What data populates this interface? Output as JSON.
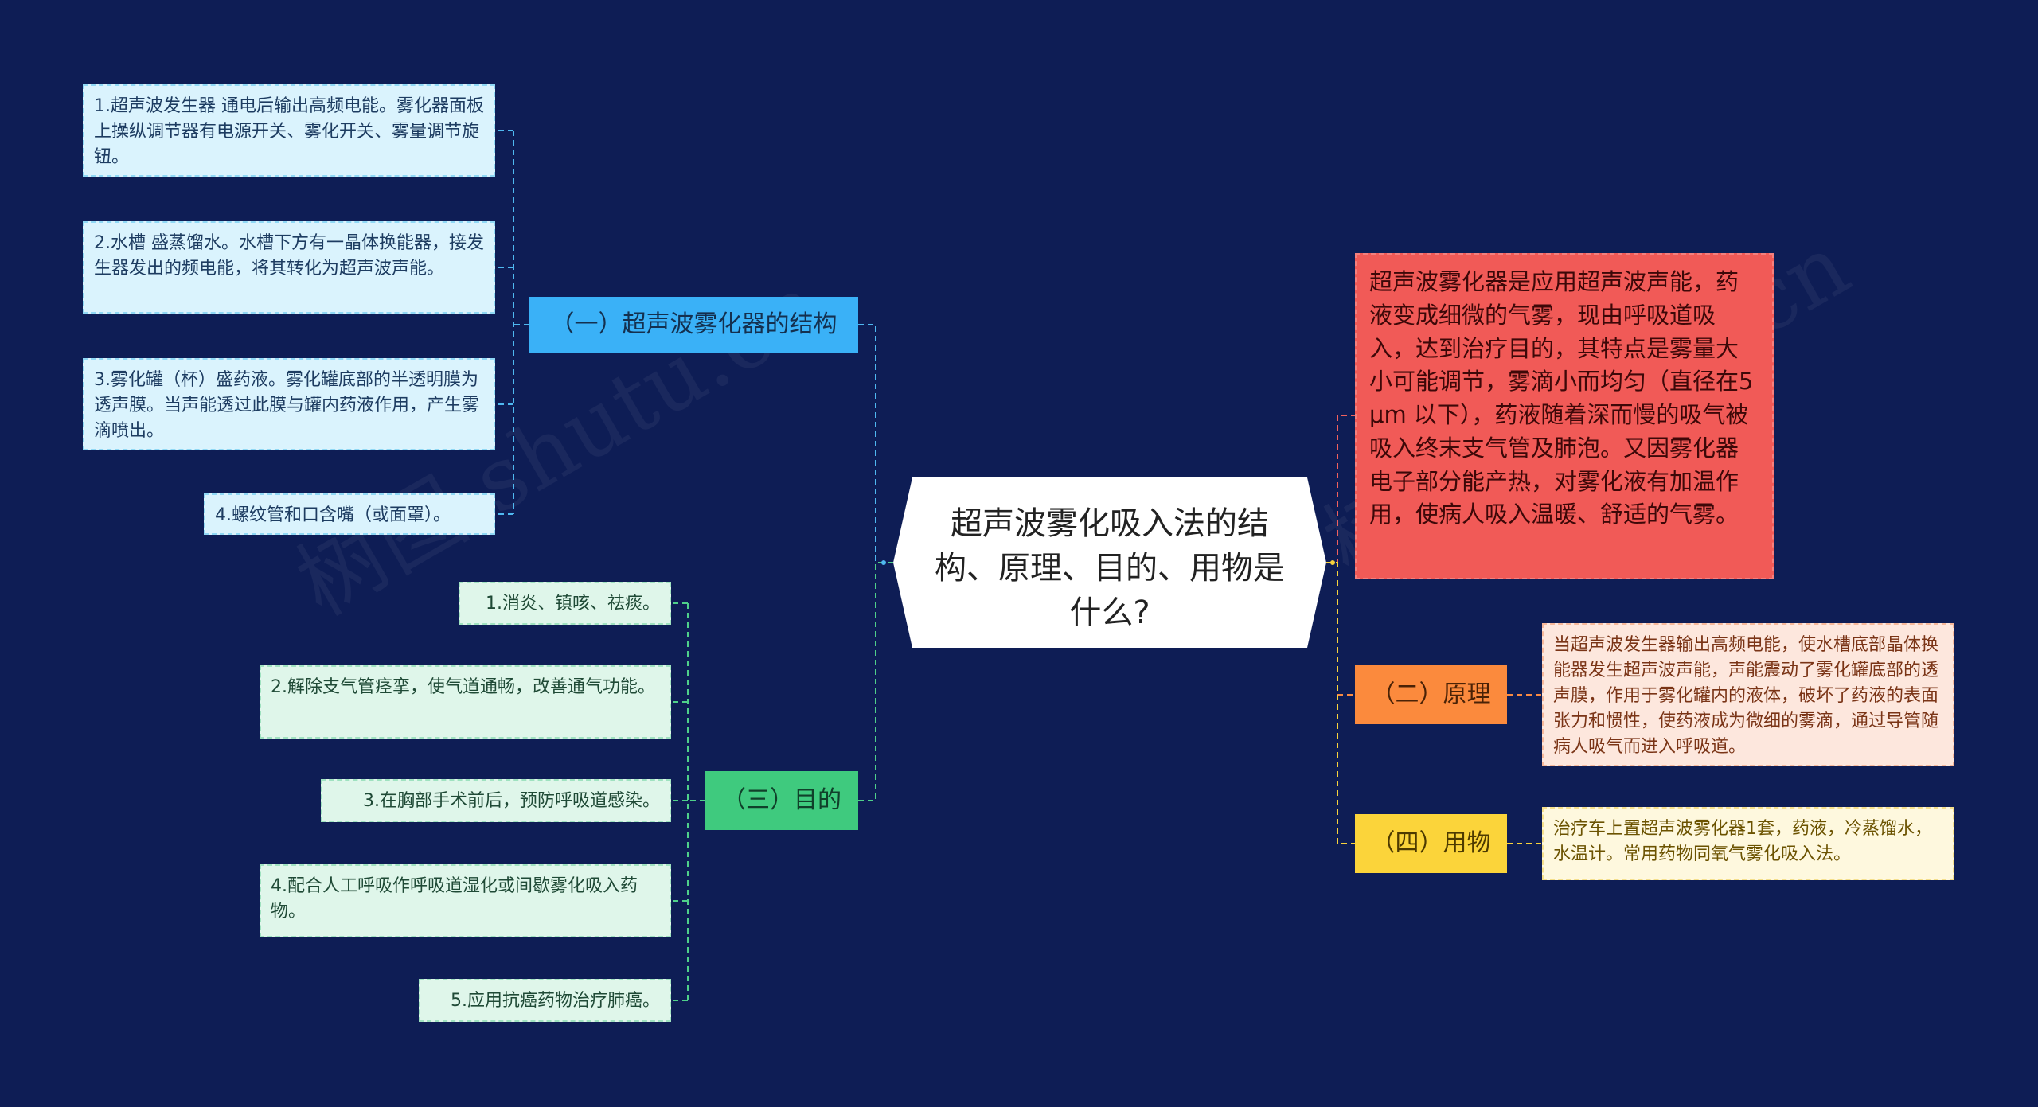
{
  "central": {
    "title": "超声波雾化吸入法的结构、原理、目的、用物是什么?"
  },
  "branches": {
    "structure": {
      "label": "（一）超声波雾化器的结构",
      "items": [
        "1.超声波发生器 通电后输出高频电能。雾化器面板上操纵调节器有电源开关、雾化开关、雾量调节旋钮。",
        "2.水槽 盛蒸馏水。水槽下方有一晶体换能器，接发生器发出的频电能，将其转化为超声波声能。",
        "3.雾化罐（杯）盛药液。雾化罐底部的半透明膜为透声膜。当声能透过此膜与罐内药液作用，产生雾滴喷出。",
        "4.螺纹管和口含嘴（或面罩）。"
      ]
    },
    "purpose": {
      "label": "（三）目的",
      "items": [
        "1.消炎、镇咳、祛痰。",
        "2.解除支气管痉挛，使气道通畅，改善通气功能。",
        "3.在胸部手术前后，预防呼吸道感染。",
        "4.配合人工呼吸作呼吸道湿化或间歇雾化吸入药物。",
        "5.应用抗癌药物治疗肺癌。"
      ]
    },
    "description": {
      "text": "超声波雾化器是应用超声波声能，药液变成细微的气雾，现由呼吸道吸入，达到治疗目的，其特点是雾量大小可能调节，雾滴小而均匀（直径在5μm 以下），药液随着深而慢的吸气被吸入终末支气管及肺泡。又因雾化器电子部分能产热，对雾化液有加温作用，使病人吸入温暖、舒适的气雾。"
    },
    "principle": {
      "label": "（二）原理",
      "item": "当超声波发生器输出高频电能，使水槽底部晶体换能器发生超声波声能，声能震动了雾化罐底部的透声膜，作用于雾化罐内的液体，破坏了药液的表面张力和惯性，使药液成为微细的雾滴，通过导管随病人吸气而进入呼吸道。"
    },
    "supplies": {
      "label": "（四）用物",
      "item": "治疗车上置超声波雾化器1套，药液，冷蒸馏水，水温计。常用药物同氧气雾化吸入法。"
    }
  },
  "colors": {
    "background": "#0e1d55",
    "structure": "#3ab1f7",
    "purpose": "#3fca7e",
    "description": "#f15a57",
    "principle": "#fb8a3d",
    "supplies": "#fbd43a"
  }
}
